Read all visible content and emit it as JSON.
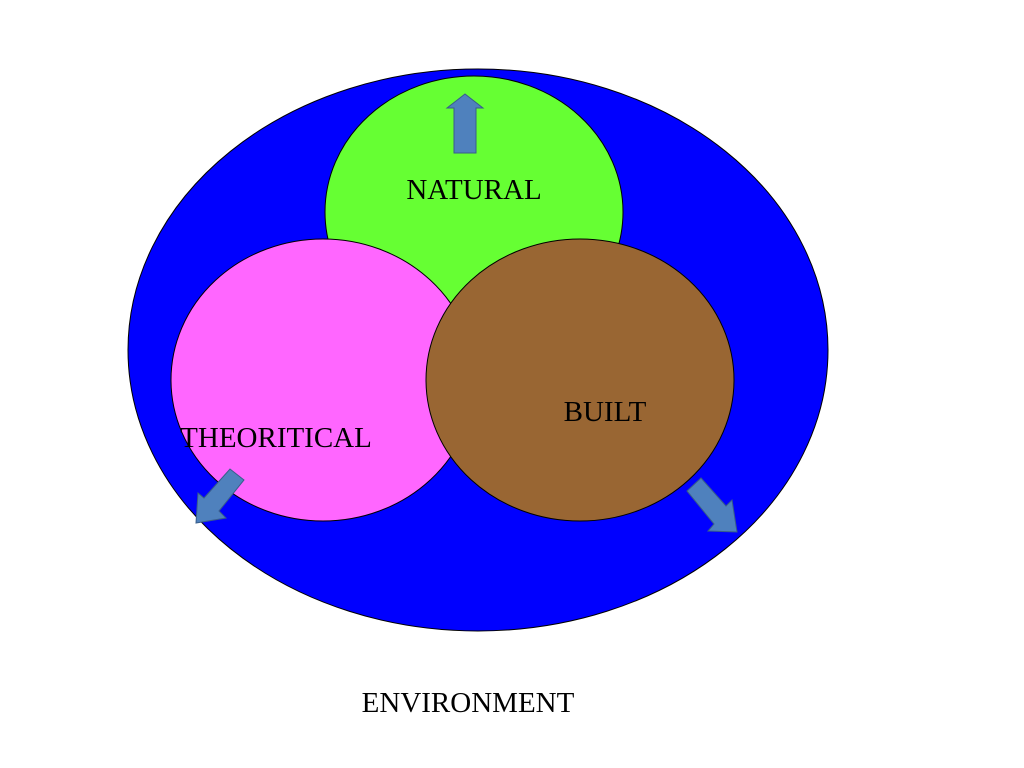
{
  "colors": {
    "environment": "#0000FF",
    "natural": "#66FF33",
    "theoretical": "#FF66FF",
    "built": "#996633",
    "arrow_fill": "#4F81BD",
    "arrow_stroke": "#385D8A",
    "outline": "#000000",
    "text": "#000000",
    "background": "#FFFFFF"
  },
  "labels": {
    "natural": "NATURAL",
    "theoretical": "THEORITICAL",
    "built": "BUILT",
    "environment": "ENVIRONMENT"
  },
  "icons": {
    "arrow_up": "block-arrow-up-icon",
    "arrow_down_left": "block-arrow-down-left-icon",
    "arrow_down_right": "block-arrow-down-right-icon"
  }
}
